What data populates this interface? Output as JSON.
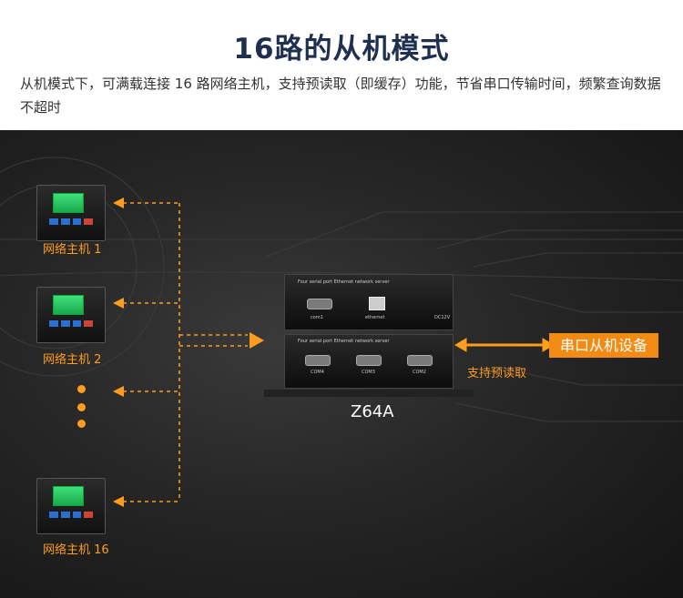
{
  "title": "16路的从机模式",
  "description": "从机模式下，可满载连接 16 路网络主机，支持预读取（即缓存）功能，节省串口传输时间，频繁查询数据不超时",
  "hosts": [
    {
      "label": "网络主机 1"
    },
    {
      "label": "网络主机 2"
    },
    {
      "label": "网络主机 16"
    }
  ],
  "device": {
    "model": "Z64A",
    "top_text": "Four serial port Ethernet network server",
    "bottom_text": "Four serial port Ethernet network server",
    "port_com1": "com1",
    "port_ethernet": "ethernet",
    "port_dc": "DC12V",
    "port_com4": "COM4",
    "port_com3": "COM3",
    "port_com2": "COM2"
  },
  "slave_label": "串口从机设备",
  "support_label": "支持预读取",
  "colors": {
    "accent": "#ff9d1e",
    "slave_bg": "#f28b14",
    "title": "#1f2f4f"
  }
}
